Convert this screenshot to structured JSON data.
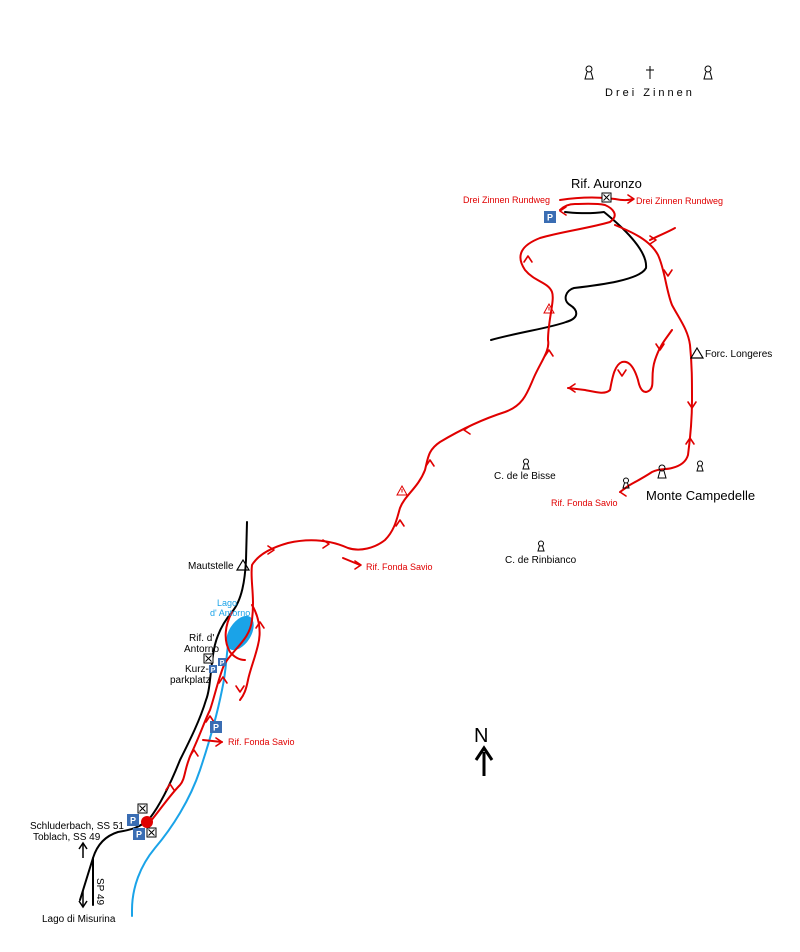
{
  "title": "Drei Zinnen",
  "north": "N",
  "colors": {
    "trail": "#e00000",
    "road": "#000000",
    "water": "#1aa3e8",
    "parking": "#3a6db3"
  },
  "labels": {
    "rif_auronzo": "Rif. Auronzo",
    "rundweg_left": "Drei Zinnen Rundweg",
    "rundweg_right": "Drei Zinnen Rundweg",
    "forc_longeres": "Forc. Longeres",
    "c_bisse": "C. de le Bisse",
    "monte_campedelle": "Monte Campedelle",
    "fonda_savio_1": "Rif. Fonda Savio",
    "fonda_savio_2": "Rif. Fonda Savio",
    "fonda_savio_3": "Rif. Fonda Savio",
    "c_rinbianco": "C. de Rinbianco",
    "mautstelle": "Mautstelle",
    "lago_line1": "Lago",
    "lago_line2": "d' Antorno",
    "rif_antorno_line1": "Rif. d'",
    "rif_antorno_line2": "Antorno",
    "kurz_line1": "Kurz-",
    "kurz_line2": "parkplatz",
    "schluderbach": "Schluderbach, SS 51",
    "toblach": "Toblach, SS 49",
    "sp49": "SP 49",
    "lago_misurina": "Lago di Misurina"
  },
  "icons": {
    "parking": "P",
    "small_parking": "P",
    "summit": "summit-icon",
    "pass": "triangle-icon",
    "hut": "hut-icon",
    "warning": "warning-icon",
    "cross": "cross-icon",
    "start": "start-point-icon"
  }
}
